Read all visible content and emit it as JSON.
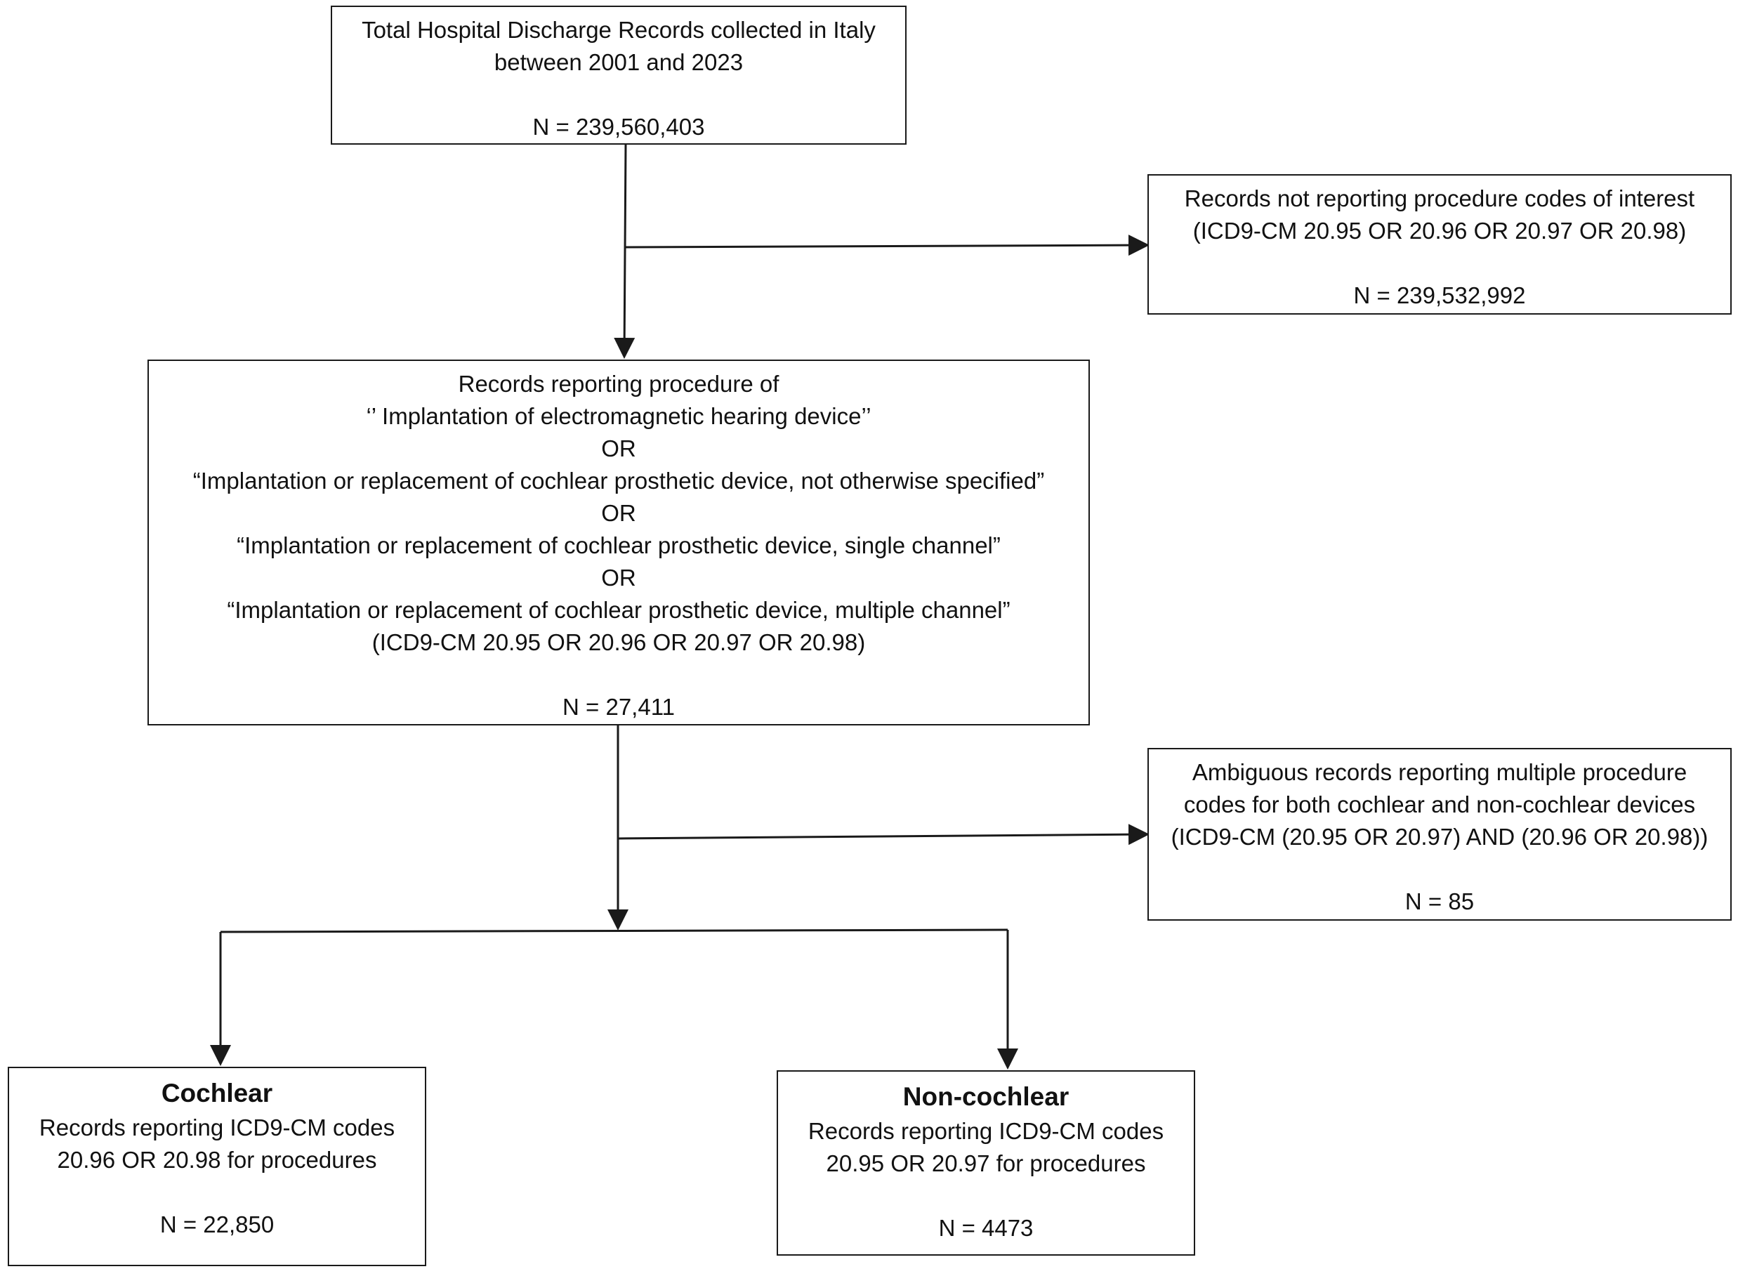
{
  "boxes": {
    "total": {
      "line1": "Total Hospital Discharge Records collected in Italy",
      "line2": "between 2001 and 2023",
      "n": "N = 239,560,403"
    },
    "excluded_codes": {
      "line1": "Records not reporting procedure codes of interest",
      "line2": "(ICD9-CM 20.95 OR 20.96 OR 20.97 OR 20.98)",
      "n": "N = 239,532,992"
    },
    "reporting": {
      "line1": "Records reporting procedure of",
      "line2": "‘’ Implantation of electromagnetic hearing device’’",
      "or1": "OR",
      "line3": "“Implantation or replacement of cochlear prosthetic device, not otherwise specified”",
      "or2": "OR",
      "line4": "“Implantation or replacement of cochlear prosthetic device, single channel”",
      "or3": "OR",
      "line5": "“Implantation or replacement of cochlear prosthetic device, multiple channel”",
      "line6": "(ICD9-CM 20.95 OR 20.96 OR 20.97 OR 20.98)",
      "n": "N = 27,411"
    },
    "ambiguous": {
      "line1": "Ambiguous records reporting multiple procedure",
      "line2": "codes for both cochlear and non-cochlear devices",
      "line3": "(ICD9-CM (20.95 OR 20.97) AND (20.96 OR 20.98))",
      "n": "N = 85"
    },
    "cochlear": {
      "title": "Cochlear",
      "line1": "Records reporting ICD9-CM codes",
      "line2": "20.96 OR 20.98 for procedures",
      "n": "N = 22,850"
    },
    "non_cochlear": {
      "title": "Non-cochlear",
      "line1": "Records reporting ICD9-CM codes",
      "line2": "20.95 OR 20.97 for procedures",
      "n": "N = 4473"
    }
  }
}
